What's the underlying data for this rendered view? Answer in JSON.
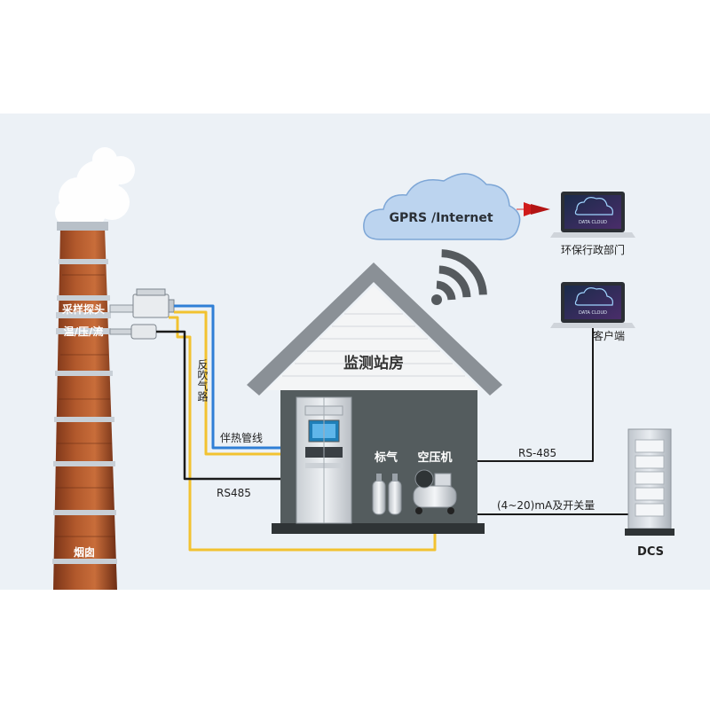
{
  "chimney": {
    "probe_label": "采样探头",
    "sensor_label": "温/压/流",
    "name_label": "烟囱"
  },
  "lines": {
    "backflush_label": "反吹气路",
    "heated_pipe_label": "伴热管线",
    "rs485_left_label": "RS485",
    "rs485_right_label": "RS-485",
    "analog_label": "(4~20)mA及开关量"
  },
  "station": {
    "title": "监测站房",
    "gas_label": "标气",
    "compressor_label": "空压机"
  },
  "cloud": {
    "label": "GPRS /Internet"
  },
  "laptops": [
    {
      "screen_text": "DATA CLOUD",
      "label": "环保行政部门"
    },
    {
      "screen_text": "DATA CLOUD",
      "label": "客户端"
    }
  ],
  "dcs": {
    "label": "DCS"
  },
  "colors": {
    "background_band": "#ecf1f6",
    "blue_line": "#2f7fd6",
    "yellow_line": "#f2c230",
    "black_line": "#1a1a1a",
    "cloud_fill": "#bcd4ef",
    "house_wall": "#545c5e",
    "arrow_red": "#d01b1b"
  }
}
